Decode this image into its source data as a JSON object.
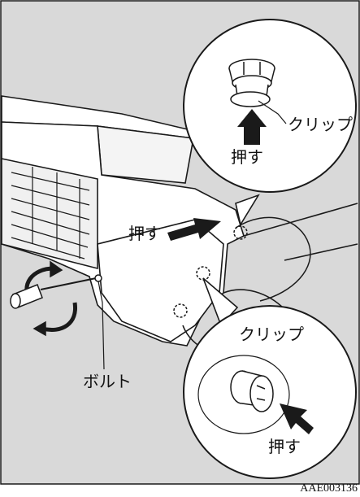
{
  "figure": {
    "labels": {
      "clip_top": "クリップ",
      "push_top": "押す",
      "push_middle": "押す",
      "clip_bottom": "クリップ",
      "push_bottom": "押す",
      "bolt": "ボルト"
    },
    "code": "AAE003136"
  },
  "colors": {
    "line": "#1a1a1a",
    "panel": "#d9d9d9",
    "background": "#ffffff"
  }
}
